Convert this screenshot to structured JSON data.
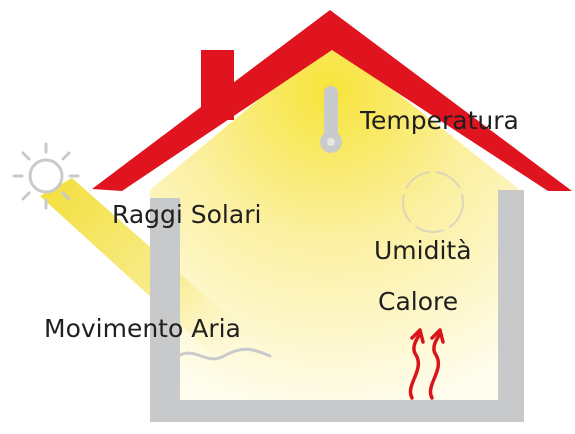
{
  "labels": {
    "temperatura": "Temperatura",
    "raggi_solari": "Raggi Solari",
    "umidita": "Umidità",
    "calore": "Calore",
    "movimento_aria": "Movimento Aria"
  },
  "colors": {
    "roof": "#e0141e",
    "walls": "#c8c9cb",
    "sunlight": "#f7e64a",
    "heat_arrows": "#d9141b",
    "sun_outline": "#c9cacb"
  },
  "icons": [
    "sun-icon",
    "thermometer-icon",
    "humidity-icon",
    "heat-arrows-icon",
    "air-movement-icon"
  ]
}
